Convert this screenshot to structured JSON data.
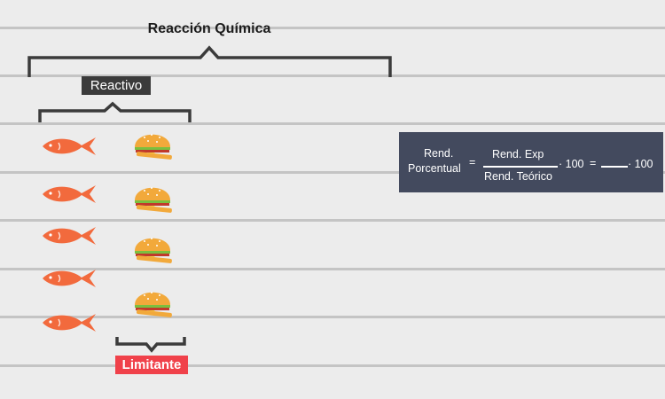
{
  "diagram": {
    "title": "Reacción Química",
    "reactant_label": "Reactivo",
    "limiting_label": "Limitante",
    "fish_count": 5,
    "burger_count": 4
  },
  "formula": {
    "lhs_line1": "Rend.",
    "lhs_line2": "Porcentual",
    "equals": "=",
    "numerator": "Rend. Exp",
    "denominator": "Rend. Teórico",
    "mult_100": "· 100",
    "equals2": "=",
    "mult_100_b": "· 100"
  },
  "colors": {
    "background": "#ececec",
    "ruled_line": "#c4c4c4",
    "fish": "#f26a3d",
    "bun": "#f2a93b",
    "reactivo_bg": "#3b3b3b",
    "limitante_bg": "#f0414a",
    "formula_bg": "#434a5e"
  }
}
